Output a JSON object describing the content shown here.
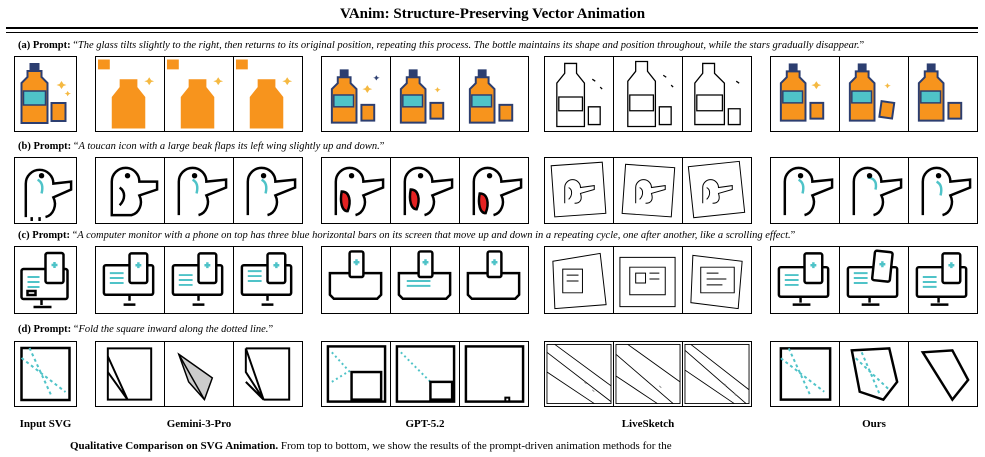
{
  "title": "VAnim: Structure-Preserving Vector Animation",
  "rows": [
    {
      "tag": "(a) Prompt:",
      "text": "The glass tilts slightly to the right, then returns to its original position, repeating this process. The bottle maintains its shape and position throughout, while the stars gradually disappear."
    },
    {
      "tag": "(b) Prompt:",
      "text": "A toucan icon with a large beak flaps its left wing slightly up and down."
    },
    {
      "tag": "(c) Prompt:",
      "text": "A computer monitor with a phone on top has three blue horizontal bars on its screen that move up and down in a repeating cycle, one after another, like a scrolling effect."
    },
    {
      "tag": "(d) Prompt:",
      "text": "Fold the square inward along the dotted line."
    }
  ],
  "columns": [
    "Input SVG",
    "Gemini-3-Pro",
    "GPT-5.2",
    "LiveSketch",
    "Ours"
  ],
  "caption": {
    "bold": "Qualitative Comparison on SVG Animation.",
    "text": "From top to bottom, we show the results of the prompt-driven animation methods for the"
  },
  "colors": {
    "orange": "#F7941D",
    "teal": "#4FC3C8",
    "navy": "#2C3E70",
    "red": "#E52222",
    "gold": "#F5B942"
  }
}
